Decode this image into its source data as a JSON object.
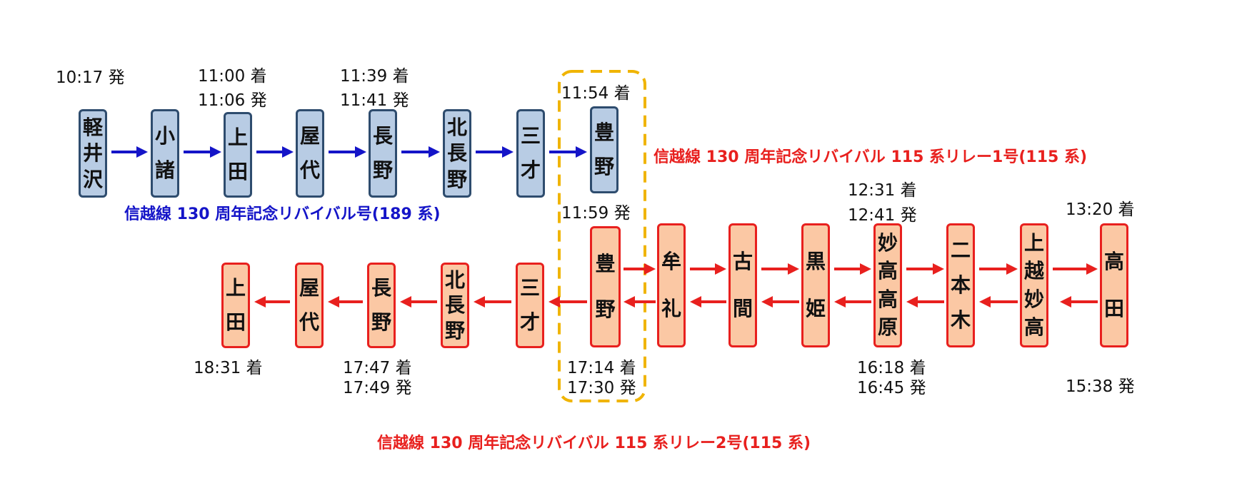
{
  "titles": {
    "upper": "信越線 130 周年記念リバイバル号(189 系)",
    "relay1": "信越線 130 周年記念リバイバル 115 系リレー1号(115 系)",
    "relay2": "信越線 130 周年記念リバイバル 115 系リレー2号(115 系)"
  },
  "colors": {
    "blue_text": "#1414c8",
    "red_text": "#e8201e",
    "blue_fill": "#b8cce4",
    "blue_border": "#2e4c6e",
    "red_fill": "#fbc8a4",
    "red_border": "#e8201e",
    "highlight": "#f0b400"
  },
  "upper_route": {
    "stations": [
      {
        "id": "karuizawa",
        "name": "軽井沢"
      },
      {
        "id": "komoro",
        "name": "小諸"
      },
      {
        "id": "ueda",
        "name": "上田"
      },
      {
        "id": "yashiro",
        "name": "屋代"
      },
      {
        "id": "nagano",
        "name": "長野"
      },
      {
        "id": "kitanagano",
        "name": "北長野"
      },
      {
        "id": "sansai",
        "name": "三才"
      },
      {
        "id": "toyono",
        "name": "豊野"
      }
    ]
  },
  "relay_route": {
    "stations": [
      {
        "id": "ueda",
        "name": "上田"
      },
      {
        "id": "yashiro",
        "name": "屋代"
      },
      {
        "id": "nagano",
        "name": "長野"
      },
      {
        "id": "kitanagano",
        "name": "北長野"
      },
      {
        "id": "sansai",
        "name": "三才"
      },
      {
        "id": "toyono",
        "name": "豊野"
      },
      {
        "id": "mure",
        "name": "牟礼"
      },
      {
        "id": "furuma",
        "name": "古間"
      },
      {
        "id": "kurohime",
        "name": "黒姫"
      },
      {
        "id": "myoko-kogen",
        "name": "妙高高原"
      },
      {
        "id": "nihongi",
        "name": "二本木"
      },
      {
        "id": "joetsu-myoko",
        "name": "上越妙高"
      },
      {
        "id": "takada",
        "name": "高田"
      }
    ]
  },
  "times": {
    "karuizawa_dep": "10:17 発",
    "ueda_arr": "11:00 着",
    "ueda_dep": "11:06 発",
    "nagano_arr": "11:39 着",
    "nagano_dep": "11:41 発",
    "toyono_arr": "11:54 着",
    "toyono_dep": "11:59 発",
    "myoko_arr": "12:31 着",
    "myoko_dep": "12:41 発",
    "takada_arr": "13:20 着",
    "takada_dep": "15:38 発",
    "myoko_arr2": "16:18 着",
    "myoko_dep2": "16:45 発",
    "toyono_arr2": "17:14 着",
    "toyono_dep2": "17:30 発",
    "nagano_arr2": "17:47 着",
    "nagano_dep2": "17:49 発",
    "ueda_arr2": "18:31 着"
  }
}
